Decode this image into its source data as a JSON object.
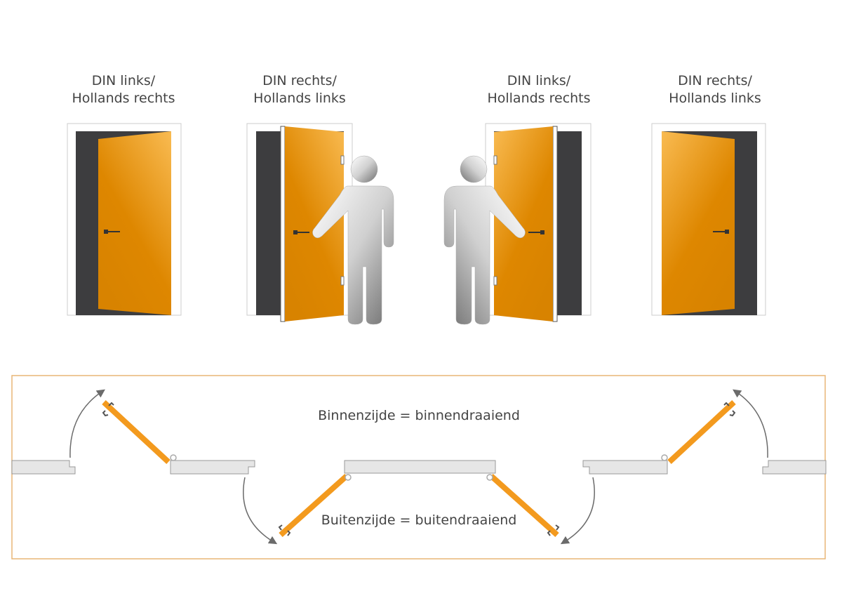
{
  "doors": [
    {
      "line1": "DIN links/",
      "line2": "Hollands rechts"
    },
    {
      "line1": "DIN rechts/",
      "line2": "Hollands links"
    },
    {
      "line1": "DIN links/",
      "line2": "Hollands rechts"
    },
    {
      "line1": "DIN rechts/",
      "line2": "Hollands links"
    }
  ],
  "plan": {
    "inside_label": "Binnenzijde = binnendraaiend",
    "outside_label": "Buitenzijde = buitendraaiend"
  },
  "colors": {
    "door": "#f39a1e",
    "frame_border": "#e8b577",
    "wall": "#e6e6e6",
    "opening": "#3d3d3f"
  }
}
